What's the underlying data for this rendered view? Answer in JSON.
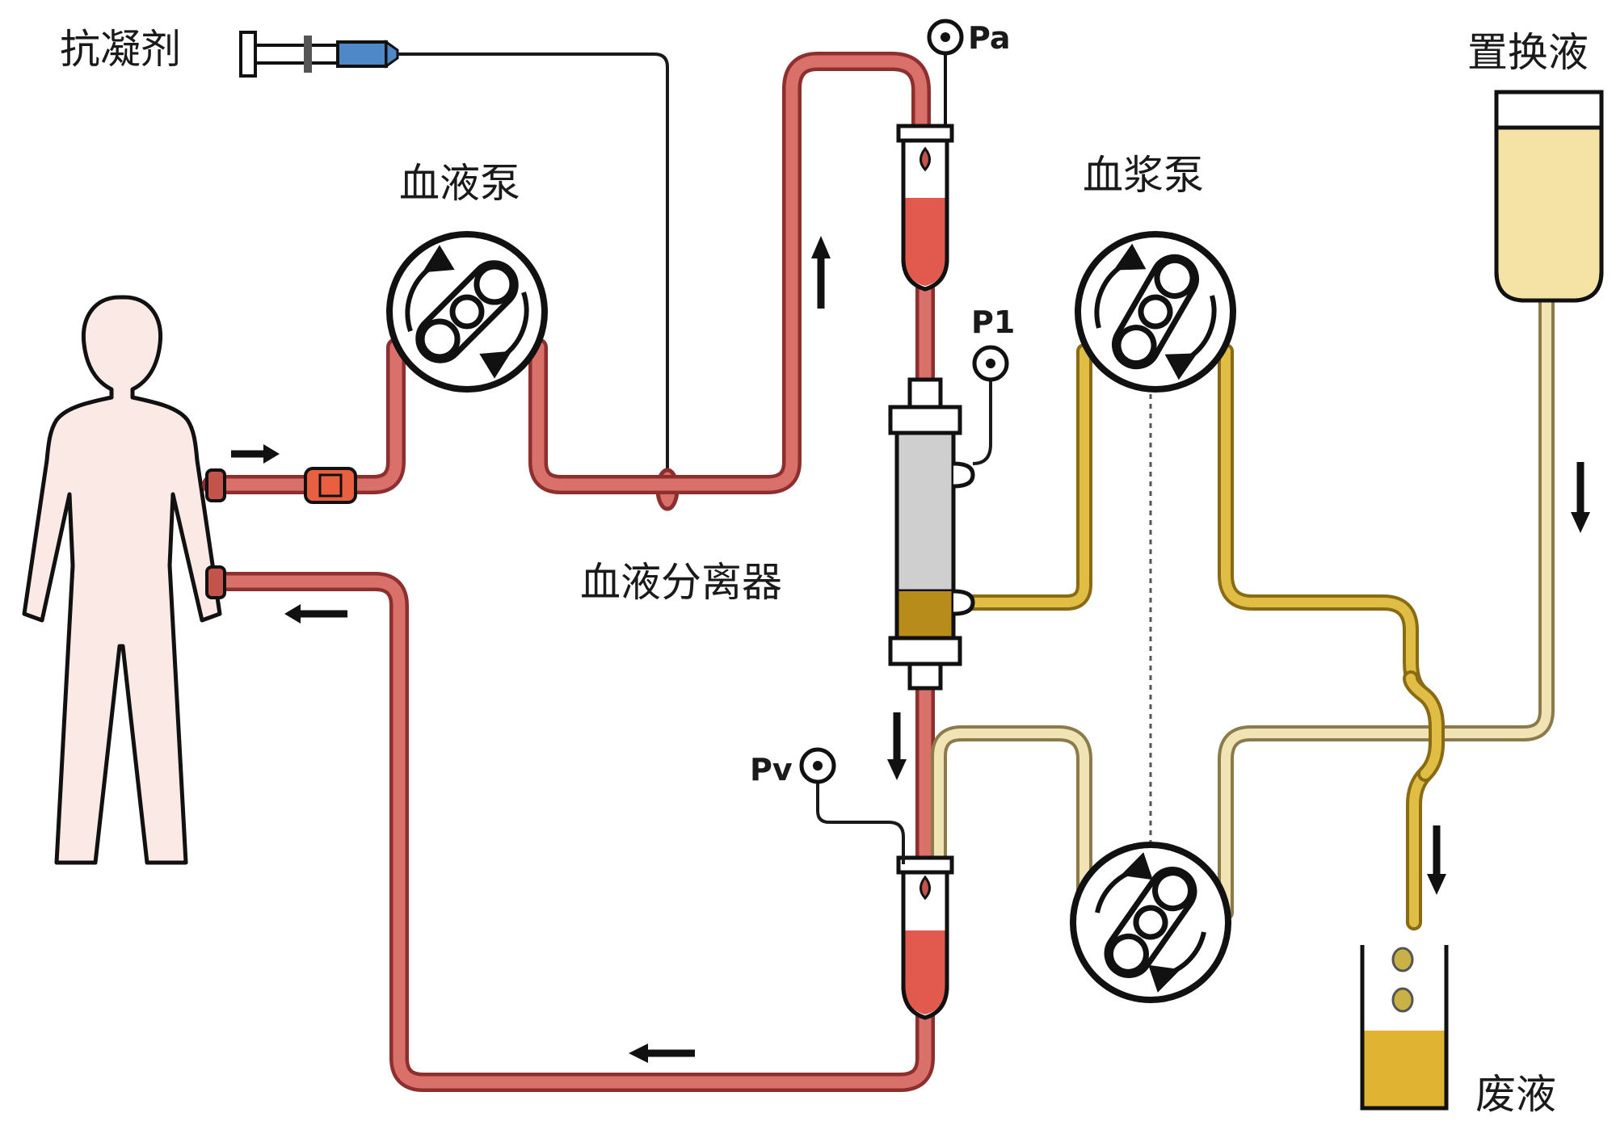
{
  "labels": {
    "anticoagulant": "抗凝剂",
    "blood_pump": "血液泵",
    "plasma_pump": "血浆泵",
    "replacement_fluid": "置换液",
    "blood_separator": "血液分离器",
    "waste_fluid": "废液",
    "pa": "Pa",
    "p1": "P1",
    "pv": "Pv"
  },
  "colors": {
    "blood": "#d9706a",
    "blood_dark": "#8e2f2f",
    "plasma": "#e0bd45",
    "replacement": "#f1e4b4",
    "person": "#fbe9e5"
  }
}
